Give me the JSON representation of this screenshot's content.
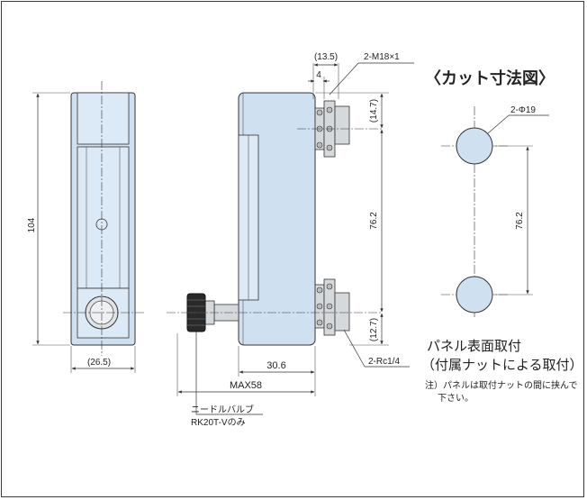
{
  "title": "〈カット寸法図〉",
  "dims": {
    "height_104": "104",
    "width_26_5": "(26.5)",
    "d_13_5": "(13.5)",
    "d_4": "4",
    "d_14_7": "(14.7)",
    "d_76_2_side": "76.2",
    "d_12_7": "(12.7)",
    "d_30_6": "30.6",
    "d_max58": "MAX58",
    "d_76_2_cut": "76.2"
  },
  "labels": {
    "thread_m18": "2-M18×1",
    "port_rc": "2-Rc1/4",
    "hole_phi": "2-Φ19",
    "needle_valve": "ニードルバルブ",
    "needle_model": "RK20T-Vのみ"
  },
  "notes": {
    "line1": "パネル表面取付",
    "line2": "（付属ナットによる取付）",
    "line3": "注）パネルは取付ナットの間に挟んで",
    "line4": "下さい。"
  },
  "colors": {
    "body_fill": "#cfe0f0",
    "metal_fill": "#d6d9dc",
    "line": "#333333"
  }
}
